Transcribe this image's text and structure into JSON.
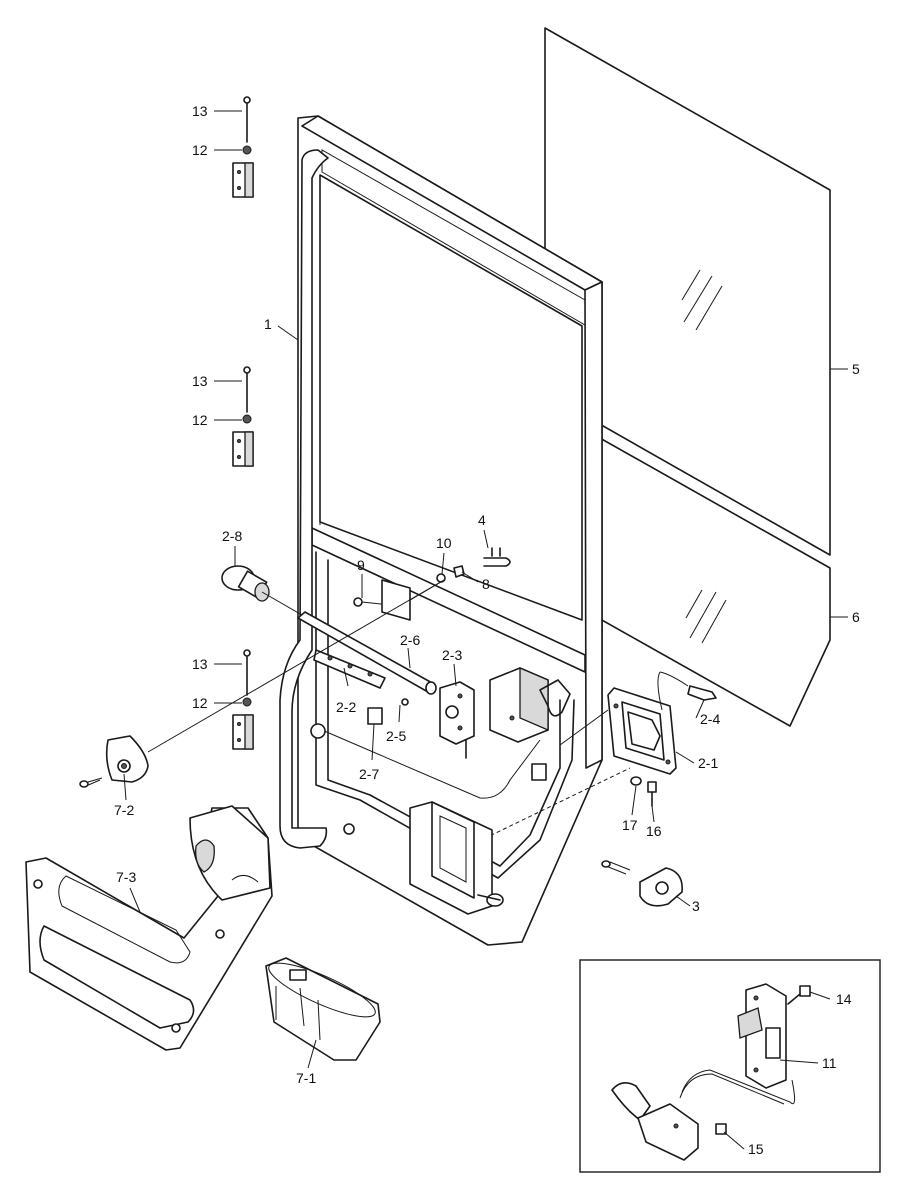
{
  "callouts": {
    "c13a": "13",
    "c12a": "12",
    "c1": "1",
    "c13b": "13",
    "c12b": "12",
    "c5": "5",
    "c6": "6",
    "c28": "2-8",
    "c9": "9",
    "c10": "10",
    "c4": "4",
    "c8": "8",
    "c13c": "13",
    "c12c": "12",
    "c26": "2-6",
    "c23": "2-3",
    "c22": "2-2",
    "c25": "2-5",
    "c27": "2-7",
    "c24": "2-4",
    "c21": "2-1",
    "c72": "7-2",
    "c17": "17",
    "c16": "16",
    "c73": "7-3",
    "c3": "3",
    "c14": "14",
    "c11": "11",
    "c15": "15",
    "c71": "7-1"
  },
  "parts": [
    "hinge-top",
    "hinge-middle",
    "hinge-lower",
    "door-frame",
    "upper-glass",
    "lower-glass",
    "grab-handle",
    "latch-lock",
    "striker",
    "inner-handle",
    "console",
    "cup-holder",
    "inset-release-assembly"
  ]
}
